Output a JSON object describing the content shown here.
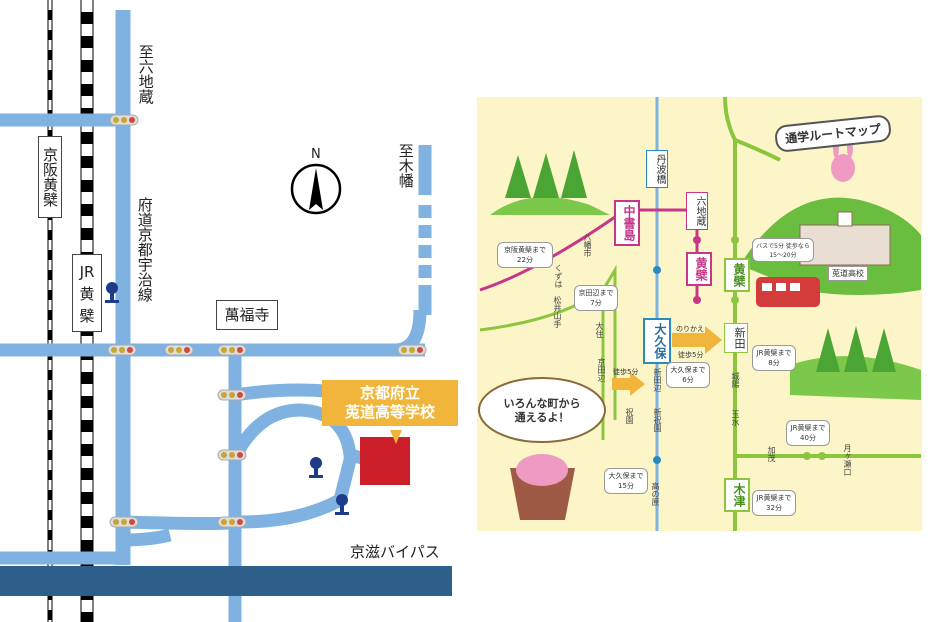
{
  "left_map": {
    "north_label": "N",
    "to_rokujizo": "至六地蔵",
    "to_kowata": "至木幡",
    "keihan_station": "京阪黄檗",
    "jr_station": "JR黄檗",
    "route_label": "府道京都宇治線",
    "temple": "萬福寺",
    "school_label_line1": "京都府立",
    "school_label_line2": "莵道高等学校",
    "bypass": "京滋バイパス",
    "colors": {
      "road": "#7fb2e0",
      "bypass": "#2e5f8a",
      "school": "#cc1f2a",
      "tag": "#f0b53a",
      "bus_stop": "#1e3b8a"
    }
  },
  "right_map": {
    "title": "通学ルートマップ",
    "balloon_text_line1": "いろんな町から",
    "balloon_text_line2": "通えるよ！",
    "stations": {
      "tanbabashi": "丹波橋",
      "nakashojima": "中書島",
      "okubo": "大久保",
      "rokujizo": "六地蔵",
      "obaku_keihan": "黄檗",
      "obaku_jr": "黄檗",
      "shinden": "新田",
      "kotsu": "木津"
    },
    "small_stations": {
      "yawatashi": "八幡市",
      "kuzuha": "くずは",
      "matsuiyamate": "松井山手",
      "osumi": "大住",
      "kyotanabe": "京田辺",
      "shin_tanabe": "新田辺",
      "shin_soen": "新祝園",
      "kamihosono": "高の原",
      "shin_ide": "新田辺",
      "shirojo": "城陽",
      "tamamizu": "玉水",
      "kamo": "加茂",
      "tsukigase": "月ヶ瀬口",
      "soen": "祝園"
    },
    "notes": {
      "kuzuha_note": "京阪黄檗まで22分",
      "kyotanabe_note": "京田辺まで7分",
      "walk5": "徒歩5分",
      "okubo_note": "大久保まで6分",
      "okubo_note2": "大久保まで15分",
      "transfer": "のりかえ",
      "walk5b": "徒歩5分",
      "jr_obaku8": "JR黄檗まで8分",
      "jr_obaku40": "JR黄檗まで40分",
      "jr_obaku32": "JR黄檗まで32分",
      "bus_note": "バスで5分 徒歩なら15〜20分",
      "school": "莵道高校"
    },
    "colors": {
      "bg": "#fbf5c8",
      "jr_line": "#8cc63f",
      "keihan_line": "#c8368a",
      "kintetsu_line": "#7fb2e0",
      "station_border": "#c8368a",
      "arrow": "#f0b53a"
    }
  }
}
